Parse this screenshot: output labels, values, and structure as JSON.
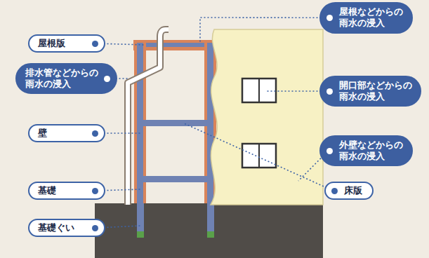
{
  "diagram": {
    "nodes": [
      {
        "text": [
          "屋根版"
        ]
      },
      {
        "text": [
          "屋根などからの 雨水の浸入"
        ]
      },
      {
        "text": [
          "排水管などからの 雨水の浸入"
        ]
      },
      {
        "text": [
          "開口部などからの 雨水の浸入"
        ]
      },
      {
        "text": [
          "壁"
        ]
      },
      {
        "text": [
          "外壁などからの 雨水の浸入"
        ]
      },
      {
        "text": [
          "床版"
        ]
      },
      {
        "text": [
          "基礎"
        ]
      },
      {
        "text": [
          "基礎ぐい"
        ]
      }
    ]
  }
}
